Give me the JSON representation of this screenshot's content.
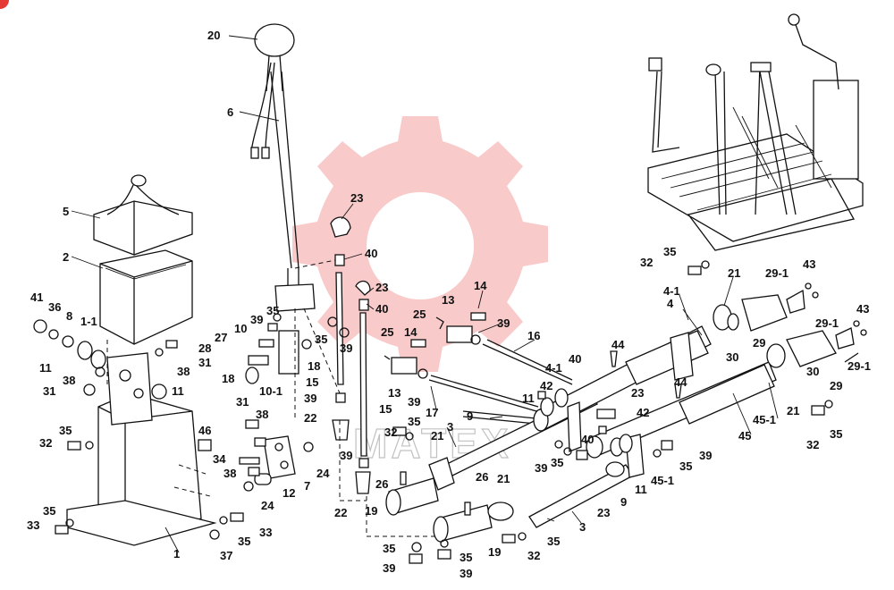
{
  "watermark": {
    "text": "MATEX",
    "color": "#f28a8a"
  },
  "callouts": [
    {
      "id": "c20",
      "text": "20"
    },
    {
      "id": "c6",
      "text": "6"
    },
    {
      "id": "c5",
      "text": "5"
    },
    {
      "id": "c2",
      "text": "2"
    },
    {
      "id": "c41",
      "text": "41"
    },
    {
      "id": "c36",
      "text": "36"
    },
    {
      "id": "c8",
      "text": "8"
    },
    {
      "id": "c1-1",
      "text": "1-1"
    },
    {
      "id": "c11a",
      "text": "11"
    },
    {
      "id": "c38a",
      "text": "38"
    },
    {
      "id": "c31a",
      "text": "31"
    },
    {
      "id": "c11b",
      "text": "11"
    },
    {
      "id": "c38b",
      "text": "38"
    },
    {
      "id": "c31b",
      "text": "31"
    },
    {
      "id": "c35a",
      "text": "35"
    },
    {
      "id": "c32a",
      "text": "32"
    },
    {
      "id": "c46",
      "text": "46"
    },
    {
      "id": "c35b",
      "text": "35"
    },
    {
      "id": "c33a",
      "text": "33"
    },
    {
      "id": "c1",
      "text": "1"
    },
    {
      "id": "c37",
      "text": "37"
    },
    {
      "id": "c35c",
      "text": "35"
    },
    {
      "id": "c33b",
      "text": "33"
    },
    {
      "id": "c28",
      "text": "28"
    },
    {
      "id": "c27",
      "text": "27"
    },
    {
      "id": "c10",
      "text": "10"
    },
    {
      "id": "c39a",
      "text": "39"
    },
    {
      "id": "c35d",
      "text": "35"
    },
    {
      "id": "c18a",
      "text": "18"
    },
    {
      "id": "c10-1",
      "text": "10-1"
    },
    {
      "id": "c18b",
      "text": "18"
    },
    {
      "id": "c31c",
      "text": "31"
    },
    {
      "id": "c38c",
      "text": "38"
    },
    {
      "id": "c34",
      "text": "34"
    },
    {
      "id": "c38d",
      "text": "38"
    },
    {
      "id": "c7",
      "text": "7"
    },
    {
      "id": "c12",
      "text": "12"
    },
    {
      "id": "c24a",
      "text": "24"
    },
    {
      "id": "c24b",
      "text": "24"
    },
    {
      "id": "c23a",
      "text": "23"
    },
    {
      "id": "c40a",
      "text": "40"
    },
    {
      "id": "c23b",
      "text": "23"
    },
    {
      "id": "c40b",
      "text": "40"
    },
    {
      "id": "c35e",
      "text": "35"
    },
    {
      "id": "c39b",
      "text": "39"
    },
    {
      "id": "c15a",
      "text": "15"
    },
    {
      "id": "c39c",
      "text": "39"
    },
    {
      "id": "c22a",
      "text": "22"
    },
    {
      "id": "c15b",
      "text": "15"
    },
    {
      "id": "c39d",
      "text": "39"
    },
    {
      "id": "c22b",
      "text": "22"
    },
    {
      "id": "c14a",
      "text": "14"
    },
    {
      "id": "c13a",
      "text": "13"
    },
    {
      "id": "c25a",
      "text": "25"
    },
    {
      "id": "c39e",
      "text": "39"
    },
    {
      "id": "c16",
      "text": "16"
    },
    {
      "id": "c25b",
      "text": "25"
    },
    {
      "id": "c14b",
      "text": "14"
    },
    {
      "id": "c13b",
      "text": "13"
    },
    {
      "id": "c39f",
      "text": "39"
    },
    {
      "id": "c17",
      "text": "17"
    },
    {
      "id": "c9a",
      "text": "9"
    },
    {
      "id": "c3a",
      "text": "3"
    },
    {
      "id": "c35f",
      "text": "35"
    },
    {
      "id": "c32b",
      "text": "32"
    },
    {
      "id": "c21a",
      "text": "21"
    },
    {
      "id": "c26a",
      "text": "26"
    },
    {
      "id": "c26b",
      "text": "26"
    },
    {
      "id": "c21b",
      "text": "21"
    },
    {
      "id": "c19a",
      "text": "19"
    },
    {
      "id": "c19b",
      "text": "19"
    },
    {
      "id": "c35g",
      "text": "35"
    },
    {
      "id": "c39g",
      "text": "39"
    },
    {
      "id": "c35h",
      "text": "35"
    },
    {
      "id": "c39h",
      "text": "39"
    },
    {
      "id": "c32c",
      "text": "32"
    },
    {
      "id": "c35i",
      "text": "35"
    },
    {
      "id": "c3b",
      "text": "3"
    },
    {
      "id": "c42a",
      "text": "42"
    },
    {
      "id": "c11c",
      "text": "11"
    },
    {
      "id": "c4-1a",
      "text": "4-1"
    },
    {
      "id": "c40c",
      "text": "40"
    },
    {
      "id": "c4",
      "text": "4"
    },
    {
      "id": "c4-1b",
      "text": "4-1"
    },
    {
      "id": "c44a",
      "text": "44"
    },
    {
      "id": "c23c",
      "text": "23"
    },
    {
      "id": "c44b",
      "text": "44"
    },
    {
      "id": "c42b",
      "text": "42"
    },
    {
      "id": "c40d",
      "text": "40"
    },
    {
      "id": "c39i",
      "text": "39"
    },
    {
      "id": "c35j",
      "text": "35"
    },
    {
      "id": "c9b",
      "text": "9"
    },
    {
      "id": "c11d",
      "text": "11"
    },
    {
      "id": "c23d",
      "text": "23"
    },
    {
      "id": "c45-1a",
      "text": "45-1"
    },
    {
      "id": "c35k",
      "text": "35"
    },
    {
      "id": "c39j",
      "text": "39"
    },
    {
      "id": "c45",
      "text": "45"
    },
    {
      "id": "c45-1b",
      "text": "45-1"
    },
    {
      "id": "c21c",
      "text": "21"
    },
    {
      "id": "c30a",
      "text": "30"
    },
    {
      "id": "c29a",
      "text": "29"
    },
    {
      "id": "c35l",
      "text": "35"
    },
    {
      "id": "c32d",
      "text": "32"
    },
    {
      "id": "c21d",
      "text": "21"
    },
    {
      "id": "c29-1a",
      "text": "29-1"
    },
    {
      "id": "c43a",
      "text": "43"
    },
    {
      "id": "c29-1b",
      "text": "29-1"
    },
    {
      "id": "c43b",
      "text": "43"
    },
    {
      "id": "c30b",
      "text": "30"
    },
    {
      "id": "c29b",
      "text": "29"
    },
    {
      "id": "c29-1c",
      "text": "29-1"
    },
    {
      "id": "c32e",
      "text": "32"
    },
    {
      "id": "c35m",
      "text": "35"
    }
  ]
}
